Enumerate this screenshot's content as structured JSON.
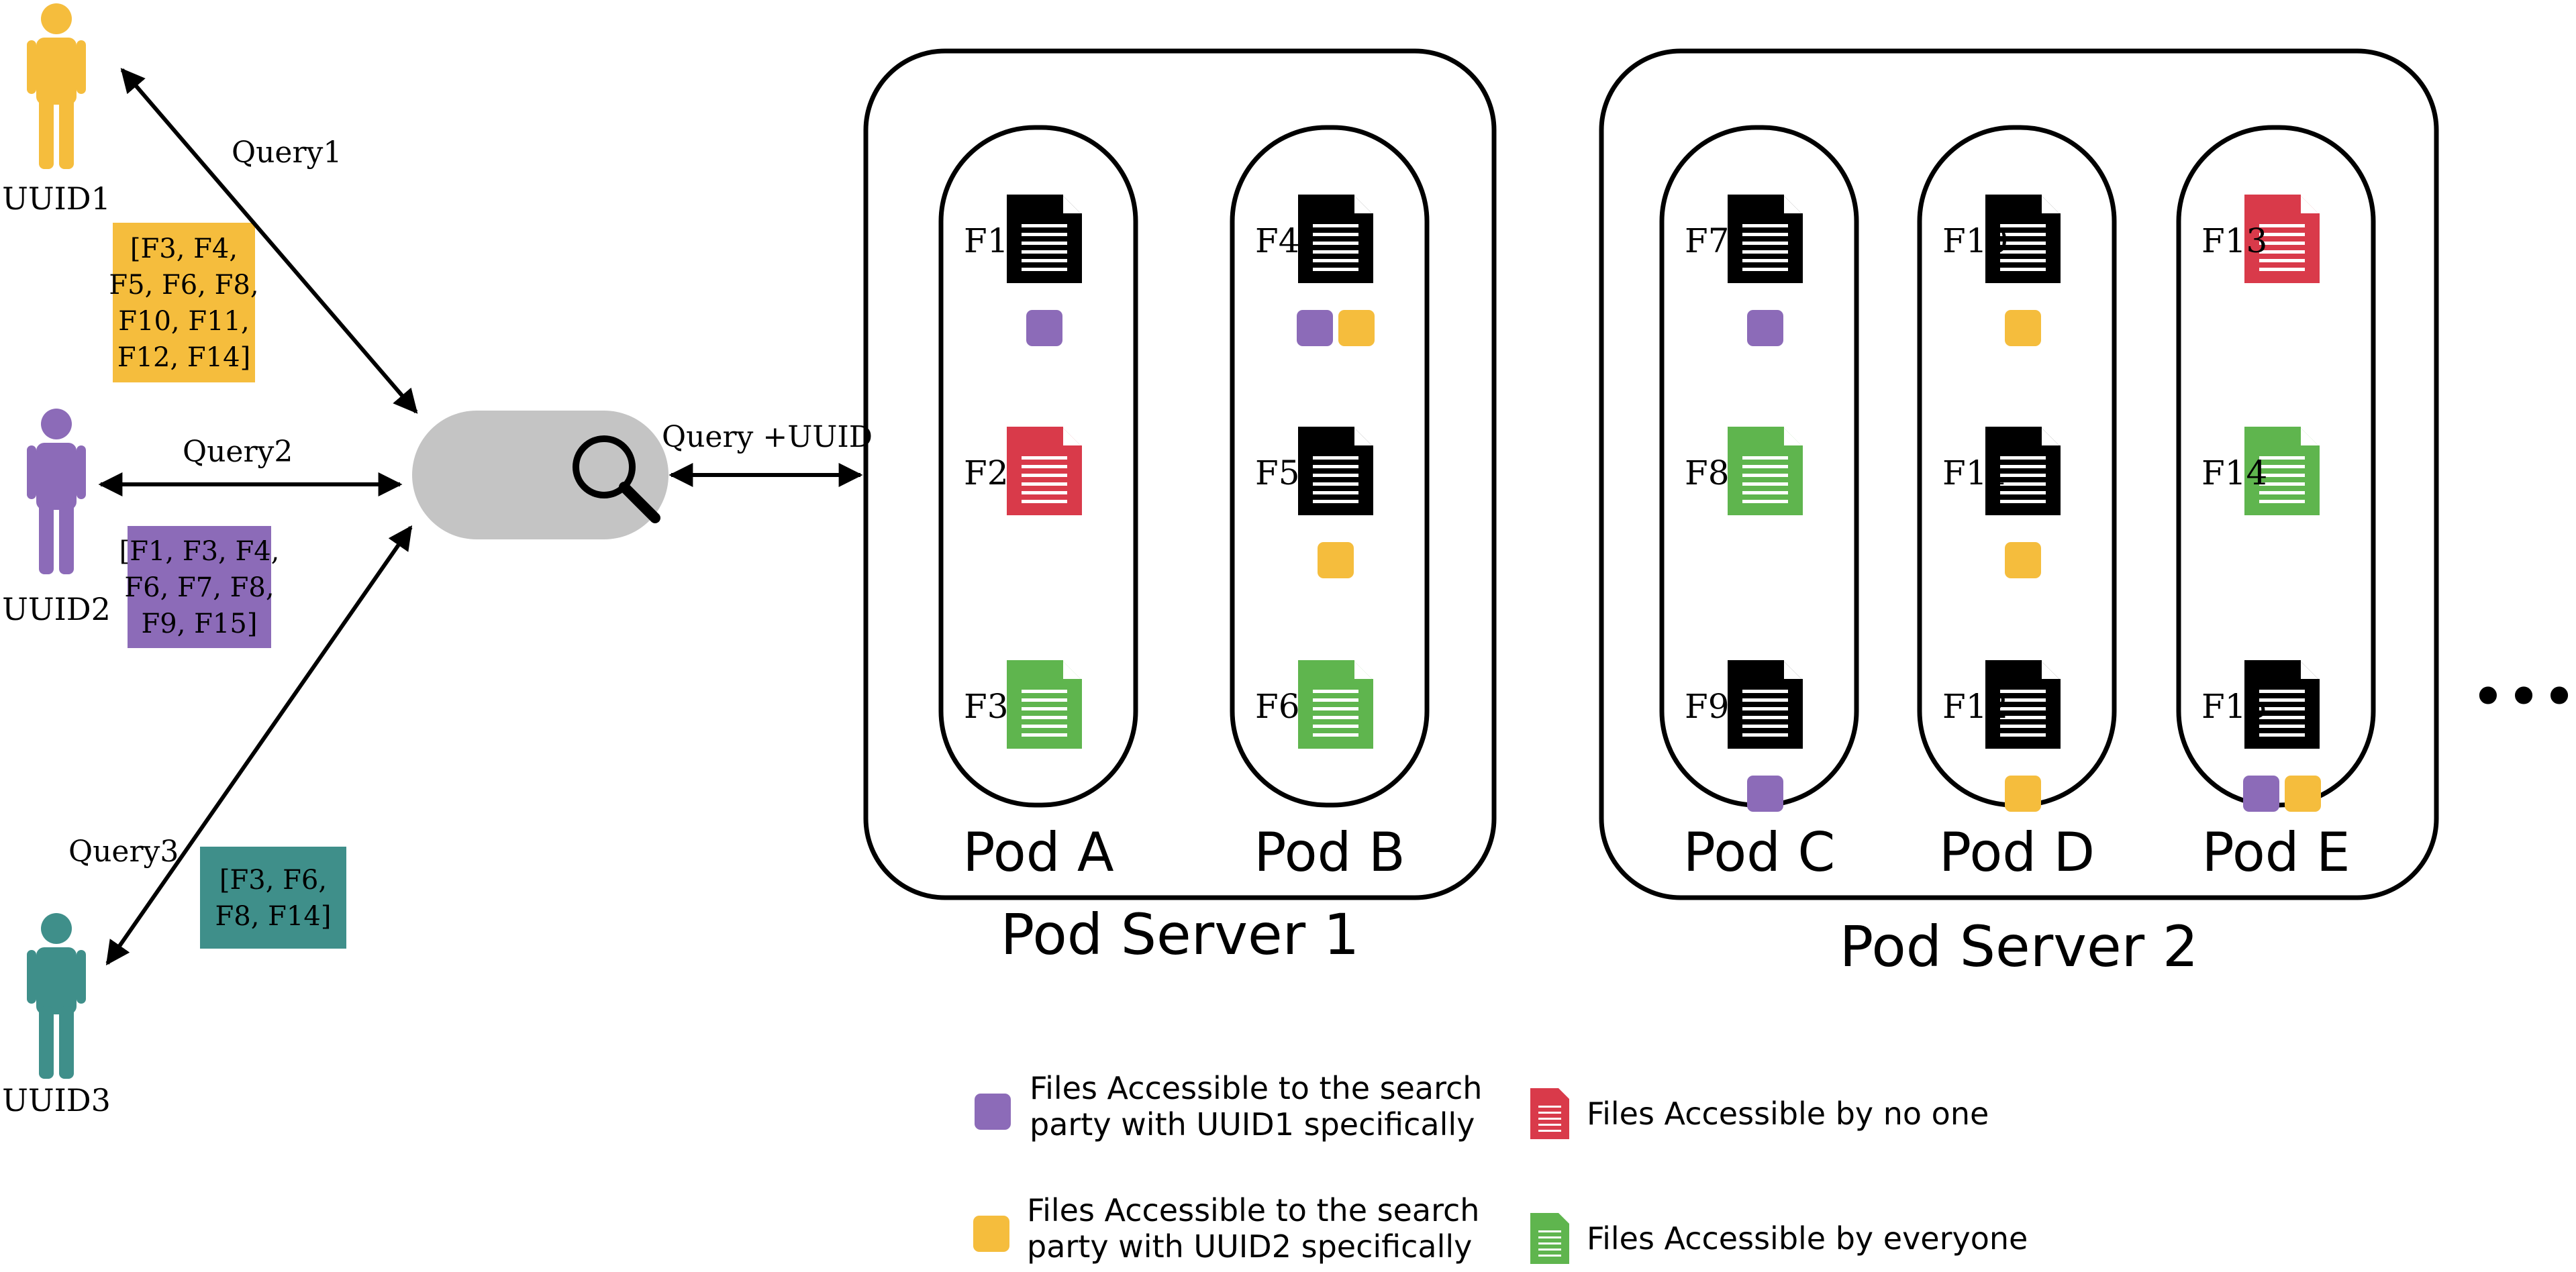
{
  "colors": {
    "uuid1": "#F5BD3D",
    "uuid2": "#8C6BB8",
    "uuid3": "#3F8F8A",
    "purple_badge": "#8C6BB8",
    "yellow_badge": "#F5BD3D",
    "file_black": "#000000",
    "file_red": "#D93A4A",
    "file_green": "#5FB54E",
    "search_pill": "#C4C4C4",
    "stroke": "#000000"
  },
  "users": [
    {
      "id": "uuid1",
      "label": "UUID1",
      "color_key": "uuid1",
      "query_label": "Query1",
      "result_lines": [
        "[F3, F4,",
        "F5, F6, F8,",
        "F10, F11,",
        "F12, F14]"
      ],
      "result_text_color": "#000000"
    },
    {
      "id": "uuid2",
      "label": "UUID2",
      "color_key": "uuid2",
      "query_label": "Query2",
      "result_lines": [
        "[F1, F3, F4,",
        "F6, F7, F8,",
        "F9, F15]"
      ],
      "result_text_color": "#000000"
    },
    {
      "id": "uuid3",
      "label": "UUID3",
      "color_key": "uuid3",
      "query_label": "Query3",
      "result_lines": [
        "[F3, F6,",
        "F8, F14]"
      ],
      "result_text_color": "#000000"
    }
  ],
  "search": {
    "icon": "magnifier-icon",
    "query_uuid_label": "Query +UUID"
  },
  "servers": [
    {
      "label": "Pod Server 1",
      "pods": [
        {
          "label": "Pod A",
          "files": [
            {
              "name": "F1",
              "color": "black",
              "badges": [
                "purple"
              ]
            },
            {
              "name": "F2",
              "color": "red",
              "badges": []
            },
            {
              "name": "F3",
              "color": "green",
              "badges": []
            }
          ]
        },
        {
          "label": "Pod B",
          "files": [
            {
              "name": "F4",
              "color": "black",
              "badges": [
                "purple",
                "yellow"
              ]
            },
            {
              "name": "F5",
              "color": "black",
              "badges": [
                "yellow"
              ]
            },
            {
              "name": "F6",
              "color": "green",
              "badges": []
            }
          ]
        }
      ]
    },
    {
      "label": "Pod Server 2",
      "pods": [
        {
          "label": "Pod C",
          "files": [
            {
              "name": "F7",
              "color": "black",
              "badges": [
                "purple"
              ]
            },
            {
              "name": "F8",
              "color": "green",
              "badges": []
            },
            {
              "name": "F9",
              "color": "black",
              "badges": [
                "purple"
              ]
            }
          ]
        },
        {
          "label": "Pod D",
          "files": [
            {
              "name": "F10",
              "color": "black",
              "badges": [
                "yellow"
              ]
            },
            {
              "name": "F11",
              "color": "black",
              "badges": [
                "yellow"
              ]
            },
            {
              "name": "F12",
              "color": "black",
              "badges": [
                "yellow"
              ]
            }
          ]
        },
        {
          "label": "Pod E",
          "files": [
            {
              "name": "F13",
              "color": "red",
              "badges": []
            },
            {
              "name": "F14",
              "color": "green",
              "badges": []
            },
            {
              "name": "F15",
              "color": "black",
              "badges": [
                "purple",
                "yellow"
              ]
            }
          ]
        }
      ]
    }
  ],
  "ellipsis": "•••",
  "legend": [
    {
      "type": "badge",
      "color": "purple",
      "lines": [
        "Files Accessible to the  search",
        "party with UUID1 specifically"
      ]
    },
    {
      "type": "file",
      "color": "red",
      "lines": [
        "Files Accessible by no one"
      ]
    },
    {
      "type": "badge",
      "color": "yellow",
      "lines": [
        "Files Accessible to the  search",
        "party with UUID2 specifically"
      ]
    },
    {
      "type": "file",
      "color": "green",
      "lines": [
        "Files Accessible by everyone"
      ]
    }
  ]
}
